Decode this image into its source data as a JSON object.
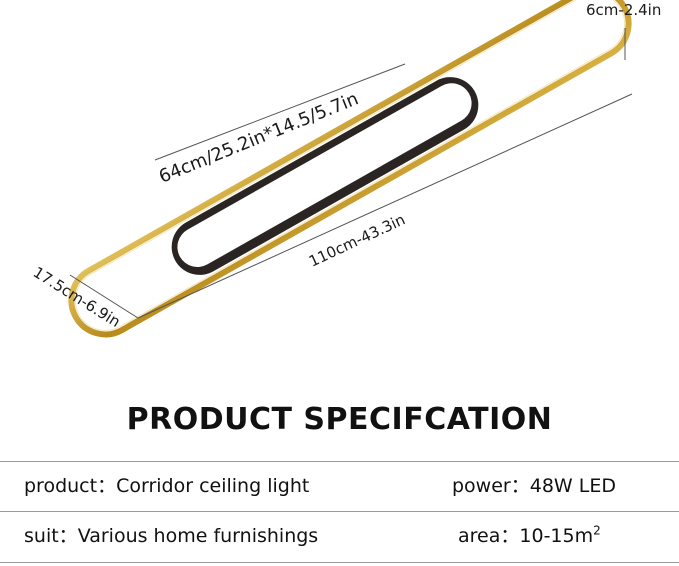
{
  "dimensions": {
    "height_label": "6cm-2.4in",
    "inner_panel_label": "64cm/25.2in*14.5/5.7in",
    "length_label": "110cm-43.3in",
    "width_label": "17.5cm-6.9in"
  },
  "colors": {
    "frame_gold": "#c9a227",
    "panel_black": "#2a2422",
    "diffuser_white": "#ffffff"
  },
  "spec": {
    "title": "PRODUCT SPECIFCATION",
    "rows": [
      {
        "left_label": "product",
        "left_sep": "：",
        "left_value": "Corridor ceiling light",
        "right_label": "power",
        "right_sep": "：",
        "right_value": "48W LED"
      },
      {
        "left_label": "suit",
        "left_sep": "：",
        "left_value": "Various home furnishings",
        "right_label": "area",
        "right_sep": "：",
        "right_value": "10-15m",
        "right_sup": "2"
      }
    ]
  }
}
